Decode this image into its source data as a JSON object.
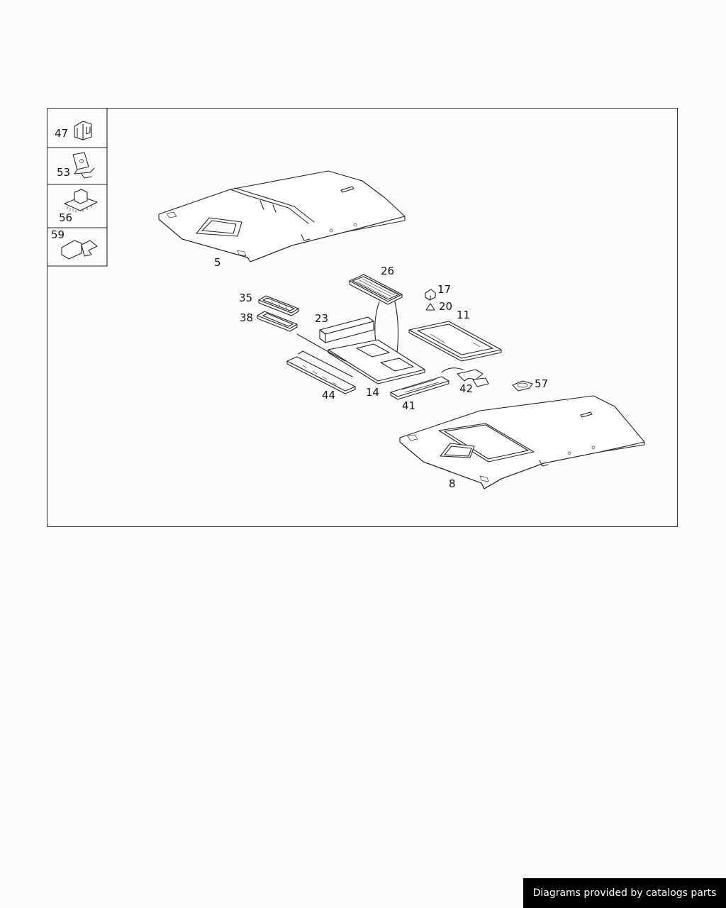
{
  "callouts": {
    "c47": "47",
    "c53": "53",
    "c56": "56",
    "c59": "59",
    "c5": "5",
    "c26": "26",
    "c17": "17",
    "c20": "20",
    "c11": "11",
    "c35": "35",
    "c38": "38",
    "c23": "23",
    "c44": "44",
    "c14": "14",
    "c41": "41",
    "c42": "42",
    "c57": "57",
    "c8": "8"
  },
  "footer": {
    "credit": "Diagrams provided by catalogs parts"
  },
  "colors": {
    "line": "#222222",
    "background": "#fcfcfc",
    "banner": "#000000",
    "banner_text": "#ffffff"
  }
}
